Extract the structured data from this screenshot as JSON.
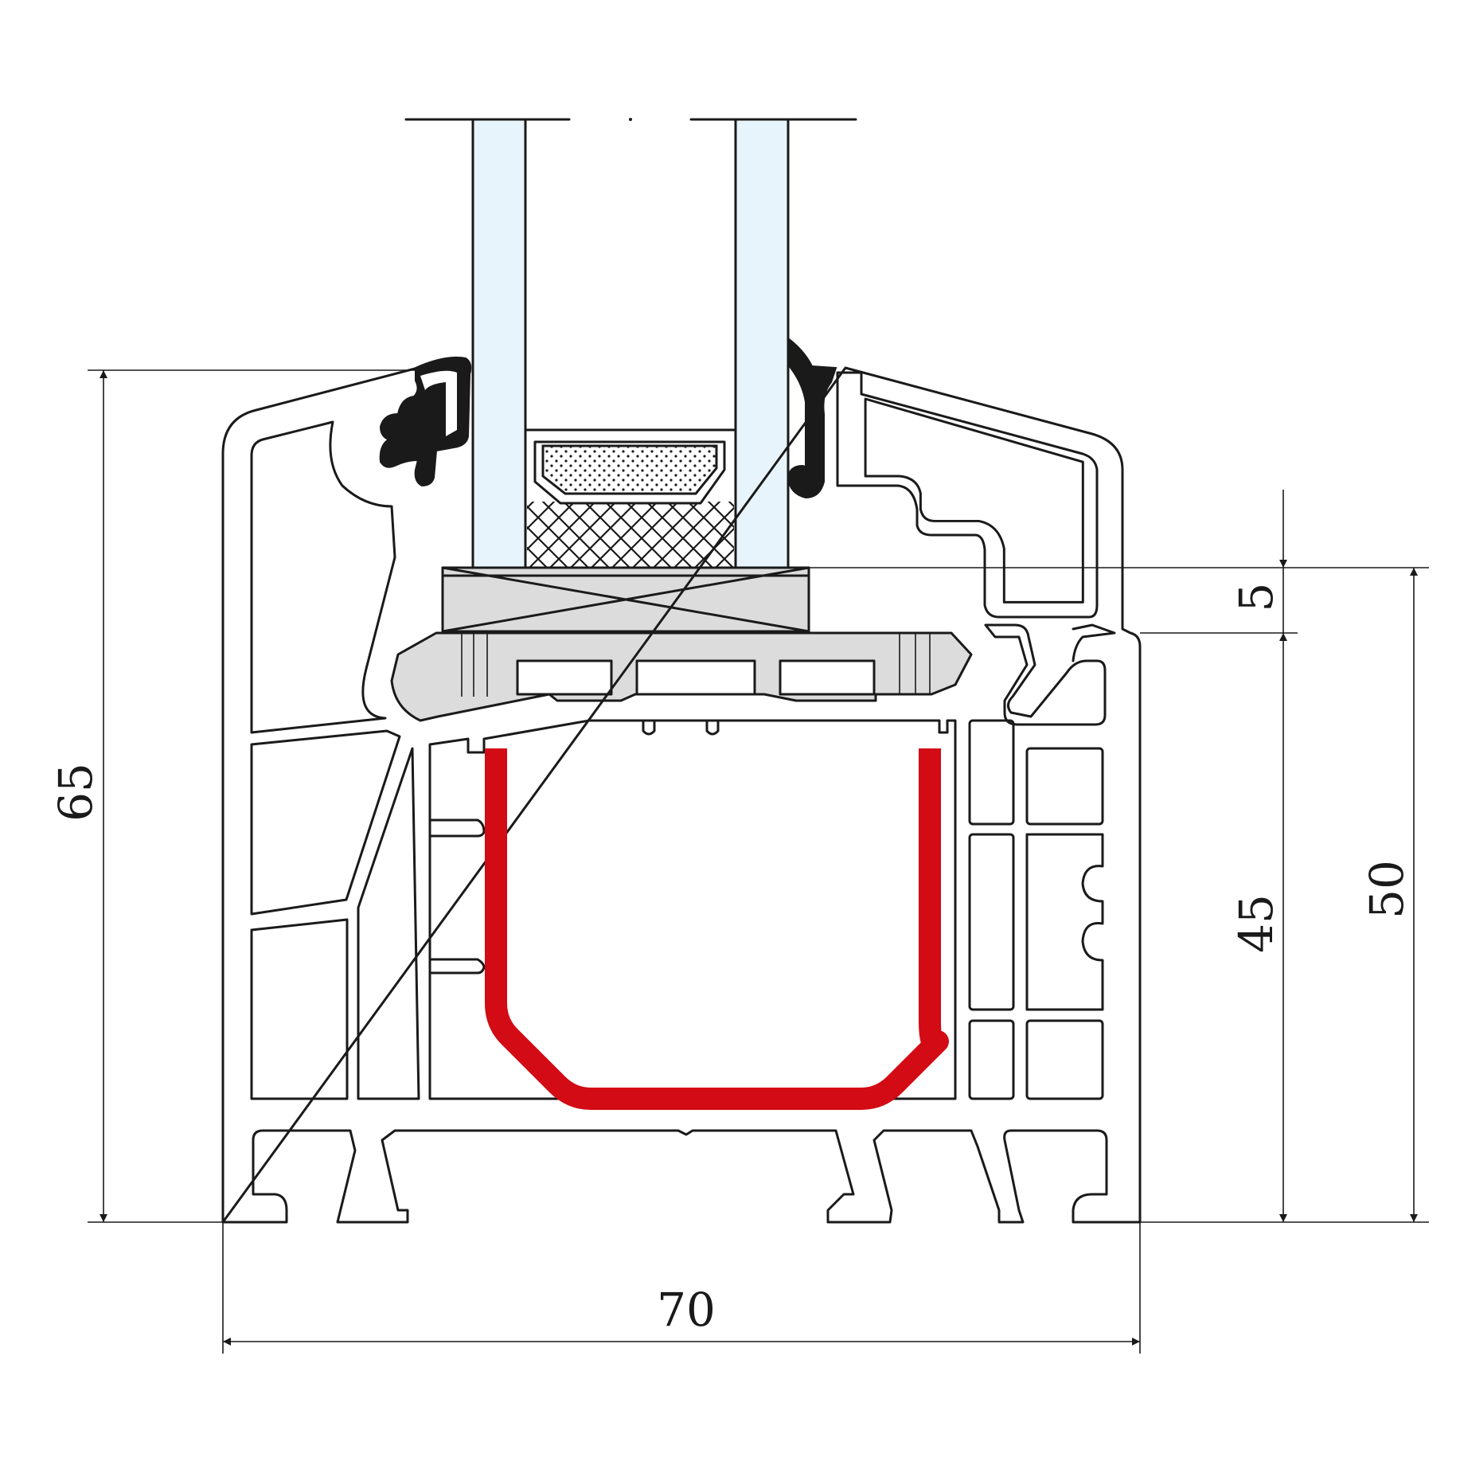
{
  "drawing": {
    "colors": {
      "outline": "#1a1a1a",
      "glass": "#e8f4fb",
      "steel_reinforcement": "#d20b14",
      "spacer_grey": "#dcdcdc",
      "gasket": "#1a1a1a",
      "background": "#ffffff"
    }
  },
  "dimensions": {
    "width": "70",
    "overall_height": "65",
    "frame_height": "50",
    "inner_height": "45",
    "glazing_gap": "5"
  }
}
